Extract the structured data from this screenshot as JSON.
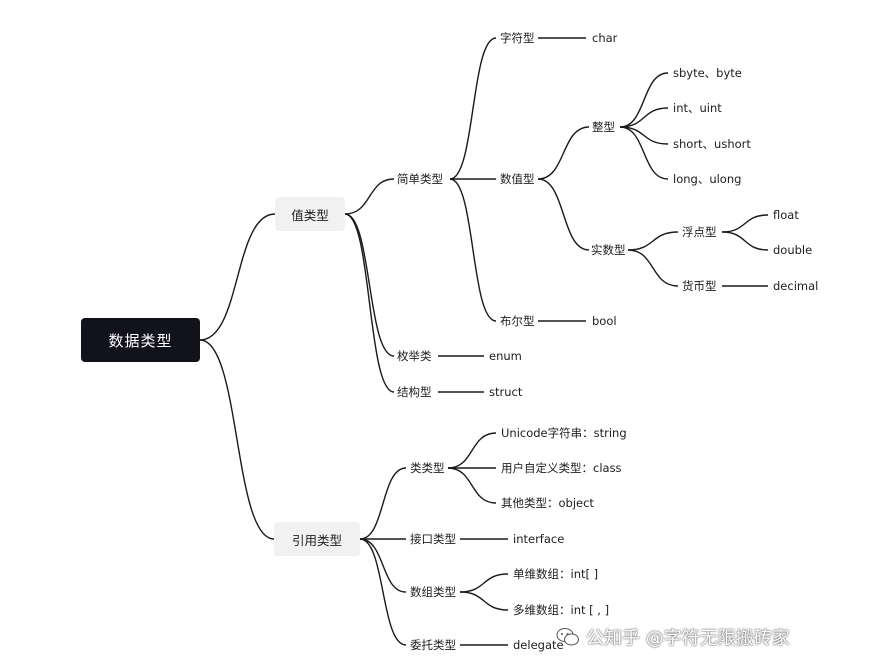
{
  "root": "数据类型",
  "value_type": {
    "label": "值类型",
    "simple": {
      "label": "简单类型",
      "char_type": {
        "label": "字符型",
        "leaf": "char"
      },
      "numeric": {
        "label": "数值型",
        "integer": {
          "label": "整型",
          "leaves": [
            "sbyte、byte",
            "int、uint",
            "short、ushort",
            "long、ulong"
          ]
        },
        "real": {
          "label": "实数型",
          "float_type": {
            "label": "浮点型",
            "leaves": [
              "float",
              "double"
            ]
          },
          "currency": {
            "label": "货币型",
            "leaf": "decimal"
          }
        }
      },
      "bool_type": {
        "label": "布尔型",
        "leaf": "bool"
      }
    },
    "enum_type": {
      "label": "枚举类",
      "leaf": "enum"
    },
    "struct_type": {
      "label": "结构型",
      "leaf": "struct"
    }
  },
  "reference_type": {
    "label": "引用类型",
    "class_type": {
      "label": "类类型",
      "leaves": [
        "Unicode字符串：string",
        "用户自定义类型：class",
        "其他类型：object"
      ]
    },
    "interface_type": {
      "label": "接口类型",
      "leaf": "interface"
    },
    "array_type": {
      "label": "数组类型",
      "leaves": [
        "单维数组：int[ ]",
        "多维数组：int [ , ]"
      ]
    },
    "delegate_type": {
      "label": "委托类型",
      "leaf": "delegate"
    }
  },
  "watermark": "公知乎 @字符无限搬砖家",
  "colors": {
    "root_bg": "#12121d",
    "pill_bg": "#f1f1f1",
    "line": "#1a1a1a"
  }
}
